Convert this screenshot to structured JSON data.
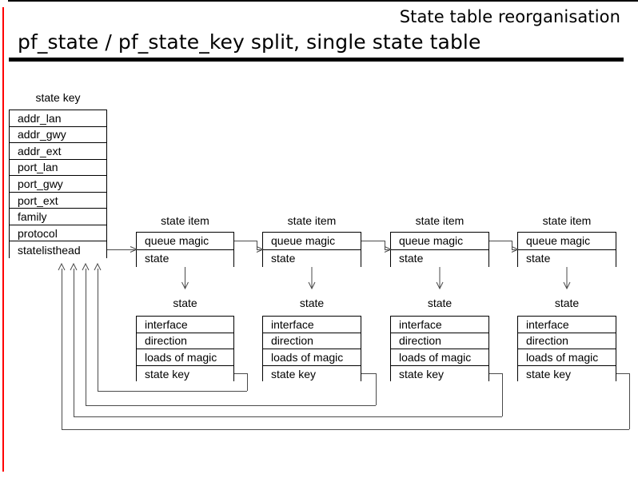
{
  "header": {
    "kicker": "State table reorganisation",
    "title": "pf_state / pf_state_key split, single state table"
  },
  "diagram": {
    "state_key": {
      "caption": "state key",
      "fields": [
        "addr_lan",
        "addr_gwy",
        "addr_ext",
        "port_lan",
        "port_gwy",
        "port_ext",
        "family",
        "protocol",
        "statelisthead"
      ]
    },
    "state_item_caption": "state item",
    "state_item_fields": [
      "queue magic",
      "state"
    ],
    "state_caption": "state",
    "state_fields": [
      "interface",
      "direction",
      "loads of magic",
      "state key"
    ],
    "columns": [
      {
        "item_caption": "state item",
        "item_fields": [
          "queue magic",
          "state"
        ],
        "state_caption": "state",
        "state_fields": [
          "interface",
          "direction",
          "loads of magic",
          "state key"
        ]
      },
      {
        "item_caption": "state item",
        "item_fields": [
          "queue magic",
          "state"
        ],
        "state_caption": "state",
        "state_fields": [
          "interface",
          "direction",
          "loads of magic",
          "state key"
        ]
      },
      {
        "item_caption": "state item",
        "item_fields": [
          "queue magic",
          "state"
        ],
        "state_caption": "state",
        "state_fields": [
          "interface",
          "direction",
          "loads of magic",
          "state key"
        ]
      },
      {
        "item_caption": "state item",
        "item_fields": [
          "queue magic",
          "state"
        ],
        "state_caption": "state",
        "state_fields": [
          "interface",
          "direction",
          "loads of magic",
          "state key"
        ]
      }
    ]
  },
  "colors": {
    "rail": "#ff0000",
    "rule": "#000000",
    "wire": "#4a4a4a",
    "text": "#000000",
    "background": "#ffffff"
  }
}
